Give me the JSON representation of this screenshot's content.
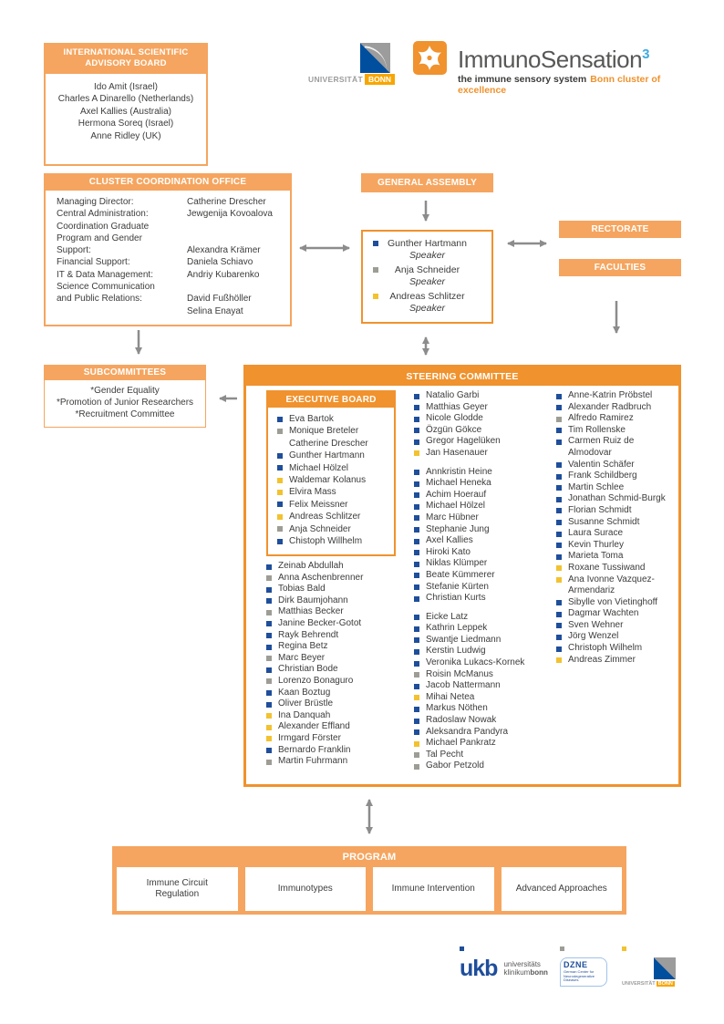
{
  "colors": {
    "orange_strong": "#f0922d",
    "orange_light": "#f5a55f",
    "bullet_blue": "#1f4e9b",
    "bullet_gray": "#9d9d95",
    "bullet_yellow": "#f2c230",
    "arrow_gray": "#8c8c8c"
  },
  "advisory_board": {
    "title": "INTERNATIONAL SCIENTIFIC ADVISORY BOARD",
    "members": [
      "Ido Amit (Israel)",
      "Charles A Dinarello (Netherlands)",
      "Axel Kallies (Australia)",
      "Hermona Soreq (Israel)",
      "Anne Ridley (UK)"
    ]
  },
  "header_logos": {
    "uni_bonn": {
      "name_gray": "UNIVERSITÄT",
      "name_box": "BONN"
    },
    "immunosensation": {
      "title": "ImmunoSensation",
      "sup": "3",
      "tagline": "the immune sensory system",
      "tagline_accent": "Bonn cluster of excellence"
    }
  },
  "coordination_office": {
    "title": "CLUSTER COORDINATION OFFICE",
    "rows": [
      {
        "role": "Managing Director:",
        "name": "Catherine Drescher"
      },
      {
        "role": "Central Administration:",
        "name": "Jewgenija Kovoalova"
      },
      {
        "role": "Coordination Graduate",
        "name": ""
      },
      {
        "role": "Program and Gender",
        "name": ""
      },
      {
        "role": "Support:",
        "name": "Alexandra Krämer"
      },
      {
        "role": "Financial Support:",
        "name": "Daniela Schiavo"
      },
      {
        "role": "IT & Data Management:",
        "name": "Andriy Kubarenko"
      },
      {
        "role": "Science Communication",
        "name": ""
      },
      {
        "role": "and Public Relations:",
        "name": "David Fußhöller"
      },
      {
        "role": "",
        "name": "Selina Enayat"
      }
    ]
  },
  "general_assembly": {
    "title": "GENERAL ASSEMBLY"
  },
  "speakers": {
    "items": [
      {
        "name": "Gunther Hartmann",
        "role": "Speaker",
        "bullet": "blue"
      },
      {
        "name": "Anja Schneider",
        "role": "Speaker",
        "bullet": "gray"
      },
      {
        "name": "Andreas Schlitzer",
        "role": "Speaker",
        "bullet": "yellow"
      }
    ]
  },
  "rectorate": {
    "title": "RECTORATE"
  },
  "faculties": {
    "title": "FACULTIES"
  },
  "subcommittees": {
    "title": "SUBCOMMITTEES",
    "items": [
      "*Gender Equality",
      "*Promotion of Junior Researchers",
      "*Recruitment Committee"
    ]
  },
  "steering_committee": {
    "title": "STEERING COMMITTEE",
    "executive_board": {
      "title": "EXECUTIVE BOARD",
      "members": [
        {
          "name": "Eva Bartok",
          "bullet": "blue"
        },
        {
          "name": "Monique Breteler",
          "bullet": "gray"
        },
        {
          "name": "Catherine Drescher",
          "bullet": "none"
        },
        {
          "name": "Gunther Hartmann",
          "bullet": "blue"
        },
        {
          "name": "Michael Hölzel",
          "bullet": "blue"
        },
        {
          "name": "Waldemar Kolanus",
          "bullet": "yellow"
        },
        {
          "name": "Elvira Mass",
          "bullet": "yellow"
        },
        {
          "name": "Felix Meissner",
          "bullet": "blue"
        },
        {
          "name": "Andreas Schlitzer",
          "bullet": "yellow"
        },
        {
          "name": "Anja Schneider",
          "bullet": "gray"
        },
        {
          "name": "Chistoph Willhelm",
          "bullet": "blue"
        }
      ]
    },
    "column1": [
      {
        "name": "Zeinab Abdullah",
        "bullet": "blue"
      },
      {
        "name": "Anna Aschenbrenner",
        "bullet": "gray"
      },
      {
        "name": "Tobias Bald",
        "bullet": "blue"
      },
      {
        "name": "Dirk Baumjohann",
        "bullet": "blue"
      },
      {
        "name": "Matthias Becker",
        "bullet": "gray"
      },
      {
        "name": "Janine Becker-Gotot",
        "bullet": "blue"
      },
      {
        "name": "Rayk Behrendt",
        "bullet": "blue"
      },
      {
        "name": "Regina Betz",
        "bullet": "blue"
      },
      {
        "name": "Marc Beyer",
        "bullet": "gray"
      },
      {
        "name": "Christian Bode",
        "bullet": "blue"
      },
      {
        "name": "Lorenzo Bonaguro",
        "bullet": "gray"
      },
      {
        "name": "Kaan Boztug",
        "bullet": "blue"
      },
      {
        "name": "Oliver Brüstle",
        "bullet": "blue"
      },
      {
        "name": "Ina Danquah",
        "bullet": "yellow"
      },
      {
        "name": "Alexander Effland",
        "bullet": "yellow"
      },
      {
        "name": "Irmgard Förster",
        "bullet": "yellow"
      },
      {
        "name": "Bernardo Franklin",
        "bullet": "blue"
      },
      {
        "name": "Martin Fuhrmann",
        "bullet": "gray"
      }
    ],
    "column2": [
      {
        "name": "Natalio Garbi",
        "bullet": "blue"
      },
      {
        "name": "Matthias Geyer",
        "bullet": "blue"
      },
      {
        "name": "Nicole Glodde",
        "bullet": "blue"
      },
      {
        "name": "Özgün Gökce",
        "bullet": "blue"
      },
      {
        "name": "Gregor Hagelüken",
        "bullet": "blue"
      },
      {
        "name": "Jan Hasenauer",
        "bullet": "yellow",
        "gap": true
      },
      {
        "name": "Annkristin Heine",
        "bullet": "blue"
      },
      {
        "name": "Michael Heneka",
        "bullet": "blue"
      },
      {
        "name": "Achim Hoerauf",
        "bullet": "blue"
      },
      {
        "name": "Michael Hölzel",
        "bullet": "blue"
      },
      {
        "name": "Marc Hübner",
        "bullet": "blue"
      },
      {
        "name": "Stephanie Jung",
        "bullet": "blue"
      },
      {
        "name": "Axel Kallies",
        "bullet": "blue"
      },
      {
        "name": "Hiroki Kato",
        "bullet": "blue"
      },
      {
        "name": "Niklas Klümper",
        "bullet": "blue"
      },
      {
        "name": "Beate Kümmerer",
        "bullet": "blue"
      },
      {
        "name": "Stefanie Kürten",
        "bullet": "blue"
      },
      {
        "name": "Christian Kurts",
        "bullet": "blue",
        "gap": true
      },
      {
        "name": "Eicke Latz",
        "bullet": "blue"
      },
      {
        "name": "Kathrin Leppek",
        "bullet": "blue"
      },
      {
        "name": "Swantje Liedmann",
        "bullet": "blue"
      },
      {
        "name": "Kerstin Ludwig",
        "bullet": "blue"
      },
      {
        "name": "Veronika Lukacs-Kornek",
        "bullet": "blue"
      },
      {
        "name": "Roisin McManus",
        "bullet": "gray"
      },
      {
        "name": "Jacob Nattermann",
        "bullet": "blue"
      },
      {
        "name": "Mihai Netea",
        "bullet": "yellow"
      },
      {
        "name": "Markus Nöthen",
        "bullet": "blue"
      },
      {
        "name": "Radoslaw Nowak",
        "bullet": "blue"
      },
      {
        "name": "Aleksandra Pandyra",
        "bullet": "blue"
      },
      {
        "name": "Michael Pankratz",
        "bullet": "yellow"
      },
      {
        "name": "Tal Pecht",
        "bullet": "gray"
      },
      {
        "name": "Gabor Petzold",
        "bullet": "gray"
      }
    ],
    "column3": [
      {
        "name": "Anne-Katrin Pröbstel",
        "bullet": "blue"
      },
      {
        "name": "Alexander Radbruch",
        "bullet": "blue"
      },
      {
        "name": "Alfredo Ramirez",
        "bullet": "gray"
      },
      {
        "name": "Tim Rollenske",
        "bullet": "blue"
      },
      {
        "name": "Carmen Ruiz de Almodovar",
        "bullet": "blue"
      },
      {
        "name": "Valentin Schäfer",
        "bullet": "blue"
      },
      {
        "name": "Frank Schildberg",
        "bullet": "blue"
      },
      {
        "name": "Martin Schlee",
        "bullet": "blue"
      },
      {
        "name": "Jonathan Schmid-Burgk",
        "bullet": "blue"
      },
      {
        "name": "Florian Schmidt",
        "bullet": "blue"
      },
      {
        "name": "Susanne Schmidt",
        "bullet": "blue"
      },
      {
        "name": "Laura Surace",
        "bullet": "blue"
      },
      {
        "name": "Kevin Thurley",
        "bullet": "blue"
      },
      {
        "name": "Marieta Toma",
        "bullet": "blue"
      },
      {
        "name": "Roxane Tussiwand",
        "bullet": "yellow"
      },
      {
        "name": "Ana Ivonne Vazquez-Armendariz",
        "bullet": "yellow"
      },
      {
        "name": "Sibylle von Vietinghoff",
        "bullet": "blue"
      },
      {
        "name": "Dagmar Wachten",
        "bullet": "blue"
      },
      {
        "name": "Sven Wehner",
        "bullet": "blue"
      },
      {
        "name": "Jörg Wenzel",
        "bullet": "blue"
      },
      {
        "name": "Christoph Wilhelm",
        "bullet": "blue"
      },
      {
        "name": "Andreas Zimmer",
        "bullet": "yellow"
      }
    ]
  },
  "program": {
    "title": "PROGRAM",
    "areas": [
      "Immune Circuit Regulation",
      "Immunotypes",
      "Immune Intervention",
      "Advanced Approaches"
    ]
  },
  "footer_logos": {
    "ukb": {
      "logo": "ukb",
      "line1": "universitäts",
      "line2a": "klinikum",
      "line2b": "bonn"
    },
    "dzne": {
      "logo": "DZNE",
      "subtitle": "German Center for Neurodegenerative Diseases"
    },
    "uni_bonn": {
      "name_gray": "UNIVERSITÄT",
      "name_box": "BONN"
    }
  }
}
